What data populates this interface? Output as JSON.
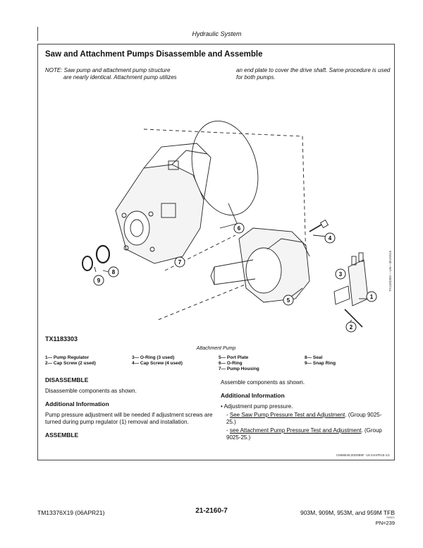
{
  "header": {
    "section": "Hydraulic System"
  },
  "main": {
    "title": "Saw and Attachment Pumps Disassemble and Assemble",
    "note_left_1": "NOTE: Saw pump and attachment pump structure",
    "note_left_2": "are nearly identical. Attachment pump utilizes",
    "note_right": "an end plate to cover the drive shaft. Same procedure is used for both pumps."
  },
  "figure": {
    "callouts": [
      "1",
      "2",
      "3",
      "4",
      "5",
      "6",
      "7",
      "8",
      "9"
    ],
    "label": "TX1183303",
    "side_id": "TX1183303 —UN—30JAN15",
    "caption": "Attachment Pump",
    "legend": [
      [
        "1— Pump Regulator",
        "2— Cap Screw (2 used)"
      ],
      [
        "3— O-Ring (3 used)",
        "4— Cap Screw (4 used)"
      ],
      [
        "5— Port Plate",
        "6— O-Ring",
        "7— Pump Housing"
      ],
      [
        "8— Seal",
        "9— Snap Ring"
      ]
    ]
  },
  "left": {
    "disassemble_heading": "DISASSEMBLE",
    "disassemble_text": "Disassemble components as shown.",
    "info_heading": "Additional Information",
    "info_text": "Pump pressure adjustment will be needed if adjustment screws are turned during pump regulator (1) removal and installation.",
    "assemble_heading": "ASSEMBLE"
  },
  "right": {
    "assemble_text": "Assemble components as shown.",
    "info_heading": "Additional Information",
    "bullet": "• Adjustment pump pressure.",
    "link1": "See Saw Pump Pressure Test and Adjustment",
    "link1_suffix": ". (Group 9025-25.)",
    "link2": "see Attachment Pump Pressure Test and Adjustment",
    "link2_suffix": ". (Group 9025-25.)"
  },
  "ref_id": "CM88549,00D0B9F -19-24APR15-1/1",
  "footer": {
    "left": "TM13376X19 (06APR21)",
    "center": "21-2160-7",
    "right": "903M, 909M, 953M, and 959M TFB",
    "date": "040621",
    "pn": "PN=239"
  }
}
